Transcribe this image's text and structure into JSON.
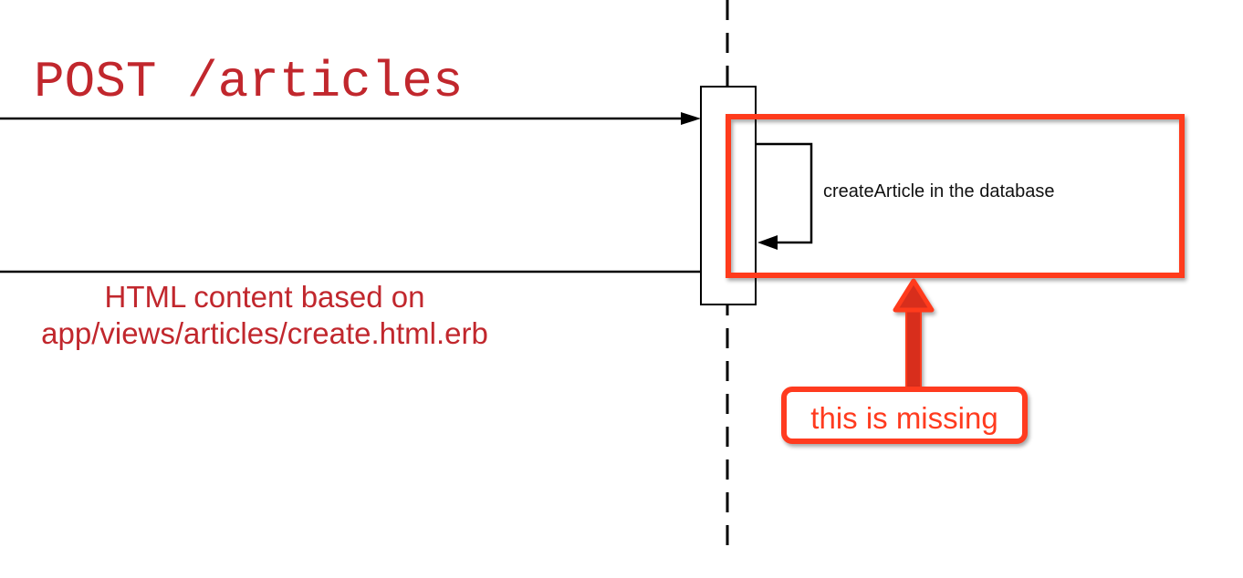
{
  "request_message": {
    "label": "POST /articles"
  },
  "response_message": {
    "lines": [
      "HTML content based on",
      "app/views/articles/create.html.erb"
    ]
  },
  "self_call": {
    "label": "createArticle in the database"
  },
  "callout": {
    "label": "this is missing"
  },
  "colors": {
    "message_text": "#c1272d",
    "highlight": "#ff3b1f",
    "line": "#000000"
  }
}
